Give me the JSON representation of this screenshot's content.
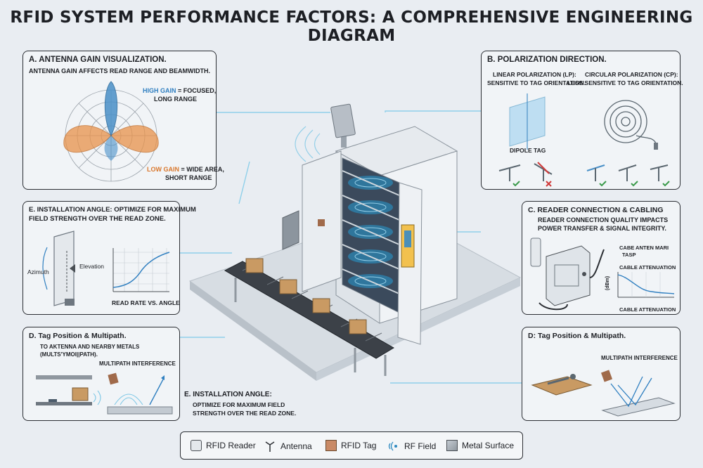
{
  "title": "RFID SYSTEM PERFORMANCE FACTORS: A COMPREHENSIVE ENGINEERING DIAGRAM",
  "panel_a": {
    "title": "A. ANTENNA GAIN VISUALIZATION.",
    "subtitle": "ANTENNA GAIN AFFECTS READ RANGE AND BEAMWIDTH.",
    "high_gain_key": "HIGH GAIN",
    "high_gain_rest": " = FOCUSED,",
    "high_gain_line2": "LONG RANGE",
    "low_gain_key": "LOW GAIN",
    "low_gain_rest": " = WIDE AREA,",
    "low_gain_line2": "SHORT RANGE",
    "colors": {
      "high": "#4a90c8",
      "low": "#e8924a"
    }
  },
  "panel_b": {
    "title": "B. POLARIZATION DIRECTION.",
    "linear_line1": "LINEAR POLARIZATION (LP):",
    "linear_line2": "SENSITIVE TO TAG ORIENTATION.",
    "circular_line1": "CIRCULAR POLARIZATION (CP):",
    "circular_line2": "LESS SENSITIVE TO TAG ORIENTATION.",
    "dipole_label": "DIPOLE TAG"
  },
  "panel_e1": {
    "title": "E. INSTALLATION ANGLE: OPTIMIZE FOR MAXIMUM",
    "title_line2": "FIELD STRENGTH OVER THE READ ZONE.",
    "azimuth": "Azimuth",
    "elevation": "Elevation",
    "chart_caption": "READ RATE VS. ANGLE"
  },
  "panel_c": {
    "title": "C. READER CONNECTION & CABLING",
    "line1": "READER CONNECTION QUALITY IMPACTS",
    "line2": "POWER TRANSFER & SIGNAL INTEGRITY.",
    "cable_label1": "CABE ANTEN MARI",
    "cable_label2": "TASP",
    "cable_att_top": "CABLE ATTENUATION",
    "cable_att_bottom": "CABLE ATTENUATION",
    "y_label": "(dBm)"
  },
  "panel_d1": {
    "title": "D. Tag Position & Multipath.",
    "line1": "TO AKTENNA AND NEARBY METALS",
    "line2": "(MULTS'YMOI||PATH).",
    "interference": "MULTIPATH INTERFERENCE"
  },
  "panel_e2": {
    "title": "E. INSTALLATION ANGLE:",
    "line1": "OPTIMIZE FOR MAXIMUM FIELD",
    "line2": "STRENGTH OVER THE READ ZONE."
  },
  "panel_d2": {
    "title": "D: Tag Position & Multipath.",
    "interference": "MULTIPATH INTERFERENCE"
  },
  "legend": {
    "reader": "RFID Reader",
    "antenna": "Antenna",
    "tag": "RFID Tag",
    "field": "RF Field",
    "metal": "Metal Surface"
  }
}
